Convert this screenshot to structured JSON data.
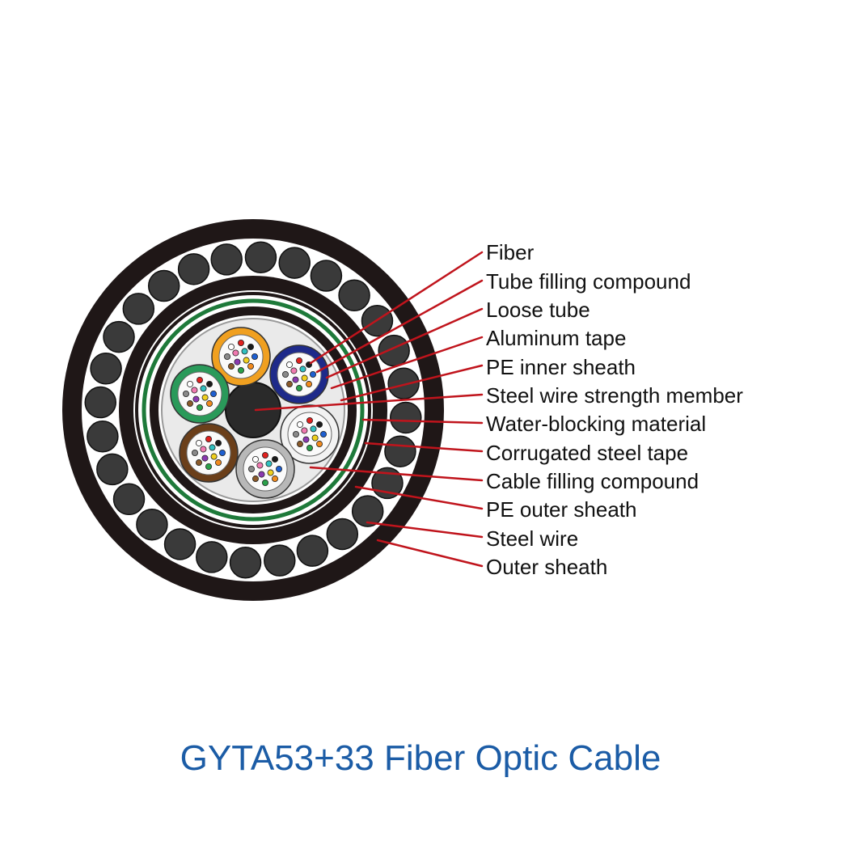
{
  "caption": "GYTA53+33 Fiber Optic Cable",
  "labels": [
    "Fiber",
    "Tube filling compound",
    "Loose tube",
    "Aluminum tape",
    "PE inner sheath",
    "Steel wire strength member",
    "Water-blocking material",
    "Corrugated steel tape",
    "Cable filling compound",
    "PE outer sheath",
    "Steel wire",
    "Outer sheath"
  ],
  "colors": {
    "sheath": "#1f1717",
    "steel_wire": "#3a3a3a",
    "water_blocking": "#1e7a3a",
    "leader_line": "#c0141c",
    "caption": "#1b5ca6",
    "tube_orange": "#f0a020",
    "tube_blue": "#1e2a8a",
    "tube_green": "#2a9a5a",
    "tube_brown": "#6b3f1a",
    "tube_gray": "#b8b8b8",
    "tube_white": "#f2f2f2"
  },
  "fiber_colors": [
    "#1e5fd0",
    "#f08a1e",
    "#2aa04a",
    "#8a5a2a",
    "#8a8a8a",
    "#ffffff",
    "#e0201e",
    "#1a1a1a",
    "#f0d020",
    "#8a3ab0",
    "#f07ab0",
    "#30c0c0"
  ]
}
